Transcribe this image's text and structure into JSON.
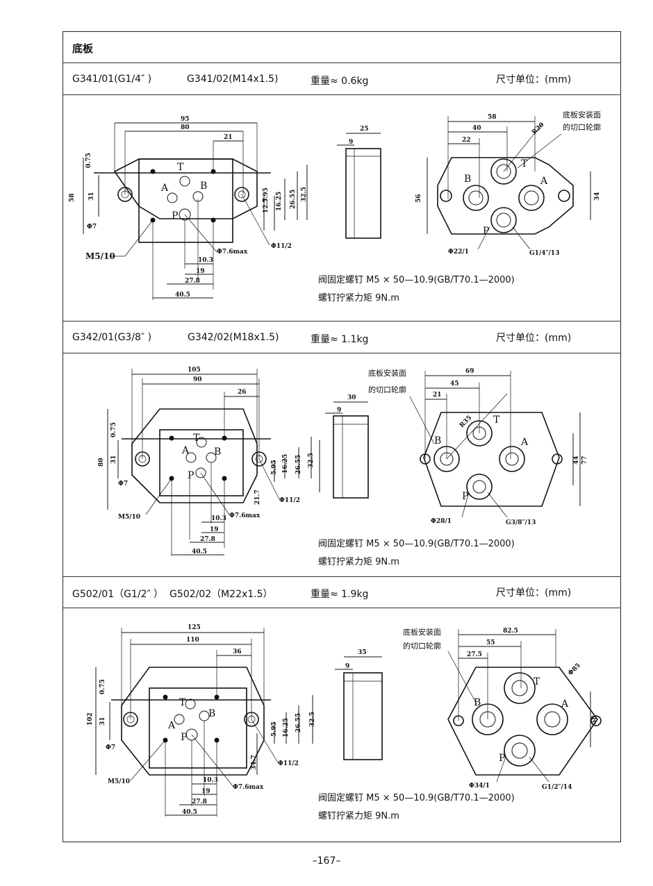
{
  "page_title": "底板",
  "page_number": "–167–",
  "sections": [
    {
      "model_a": "G341/01(G1/4″ )",
      "model_b": "G341/02(M14x1.5)",
      "weight": "重量≈ 0.6kg",
      "unit": "尺寸单位：(mm)",
      "note_screw": "阀固定螺钉 M5 × 50—10.9(GB/T70.1—2000)",
      "note_torque": "螺钉拧紧力矩 9N.m",
      "side_dims": {
        "a": "95",
        "b": "80",
        "c": "21",
        "h1": "58",
        "h2": "31",
        "h3": "0.75",
        "d1": "Φ7",
        "d2": "M5/10",
        "v1": "5.95",
        "v2": "16.25",
        "v3": "26.55",
        "v4": "32.5",
        "v5": "12.7",
        "b1": "10.3",
        "b2": "19",
        "b3": "27.8",
        "b4": "40.5",
        "hole1": "Φ7.6max",
        "hole2": "Φ11/2"
      },
      "mid_dims": {
        "w": "25",
        "t": "9"
      },
      "top_dims": {
        "a": "58",
        "b": "40",
        "c": "22",
        "r": "R20",
        "h": "56",
        "w": "34",
        "d1": "Φ22/1",
        "d2": "G1/4″/13",
        "note": "底板安装面",
        "note2": "的切口轮廓"
      },
      "ports": {
        "p": "P",
        "t": "T",
        "a": "A",
        "b": "B"
      }
    },
    {
      "model_a": "G342/01(G3/8″ )",
      "model_b": "G342/02(M18x1.5)",
      "weight": "重量≈ 1.1kg",
      "unit": "尺寸单位：(mm)",
      "note_screw": "阀固定螺钉 M5 × 50—10.9(GB/T70.1—2000)",
      "note_torque": "螺钉拧紧力矩 9N.m",
      "side_dims": {
        "a": "105",
        "b": "90",
        "c": "26",
        "h1": "80",
        "h2": "31",
        "h3": "0.75",
        "d1": "Φ7",
        "d2": "M5/10",
        "v1": "5.95",
        "v2": "16.25",
        "v3": "26.55",
        "v4": "32.5",
        "v5": "21.7",
        "b1": "10.3",
        "b2": "19",
        "b3": "27.8",
        "b4": "40.5",
        "hole1": "Φ7.6max",
        "hole2": "Φ11/2"
      },
      "mid_dims": {
        "w": "30",
        "t": "9"
      },
      "top_dims": {
        "a": "69",
        "b": "45",
        "c": "21",
        "r": "R35",
        "h": "77",
        "w": "44",
        "d1": "Φ28/1",
        "d2": "G3/8″/13",
        "note": "底板安装面",
        "note2": "的切口轮廓"
      },
      "ports": {
        "p": "P",
        "t": "T",
        "a": "A",
        "b": "B"
      }
    },
    {
      "model_a": "G502/01（G1/2″ ）",
      "model_b": "G502/02（M22x1.5）",
      "weight": "重量≈ 1.9kg",
      "unit": "尺寸单位：(mm)",
      "note_screw": "阀固定螺钉 M5 × 50—10.9(GB/T70.1—2000)",
      "note_torque": "螺钉拧紧力矩 9N.m",
      "side_dims": {
        "a": "125",
        "b": "110",
        "c": "36",
        "h1": "102",
        "h2": "31",
        "h3": "0.75",
        "d1": "Φ7",
        "d2": "M5/10",
        "v1": "5.95",
        "v2": "16.25",
        "v3": "26.55",
        "v4": "32.5",
        "v5": "34.7",
        "b1": "10.3",
        "b2": "19",
        "b3": "27.8",
        "b4": "40.5",
        "hole1": "Φ7.6max",
        "hole2": "Φ11/2"
      },
      "mid_dims": {
        "w": "35",
        "t": "9"
      },
      "top_dims": {
        "a": "82.5",
        "b": "55",
        "c": "27.5",
        "r": "Φ85",
        "h": "",
        "w": "58",
        "d1": "Φ34/1",
        "d2": "G1/2″/14",
        "note": "底板安装面",
        "note2": "的切口轮廓"
      },
      "ports": {
        "p": "P",
        "t": "T",
        "a": "A",
        "b": "B"
      }
    }
  ]
}
